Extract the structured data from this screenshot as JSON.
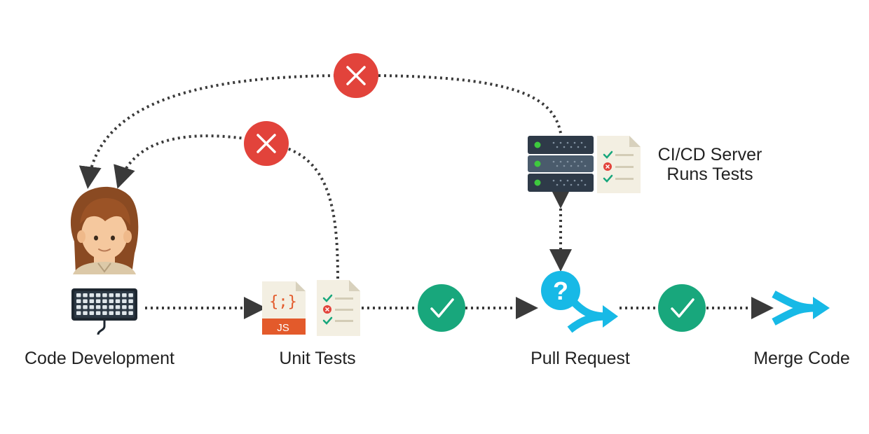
{
  "labels": {
    "code_development": "Code Development",
    "unit_tests": "Unit Tests",
    "pull_request": "Pull Request",
    "merge_code": "Merge Code",
    "cicd_line1": "CI/CD Server",
    "cicd_line2": "Runs Tests"
  },
  "icons": {
    "js_file_badge": "JS",
    "js_file_braces": "{;}",
    "question_mark": "?"
  },
  "colors": {
    "fail": "#e2433b",
    "pass": "#18a77c",
    "branch": "#17b9e6",
    "arrow": "#3a3a3a",
    "server": "#2e3a48",
    "server_led": "#3ec93e",
    "document": "#f3efe2",
    "js_file": "#e35a2b"
  }
}
